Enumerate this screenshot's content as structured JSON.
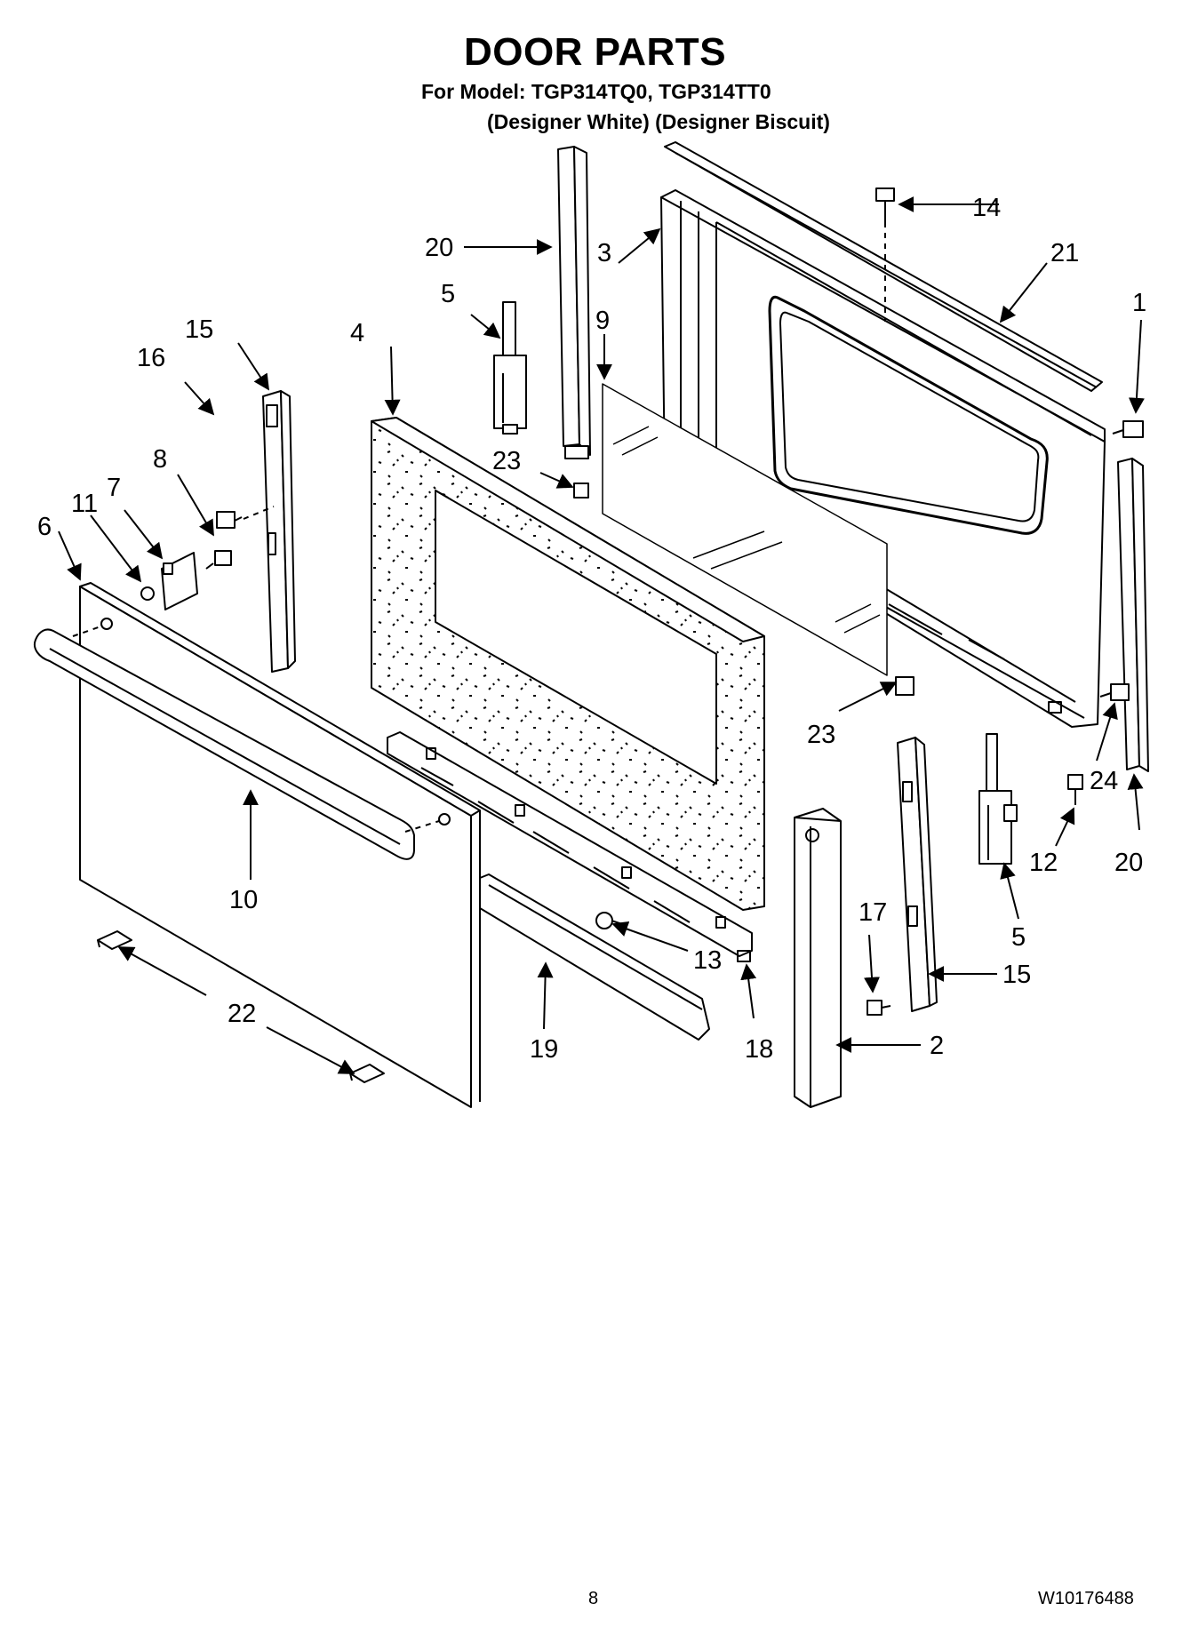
{
  "header": {
    "title": "DOOR PARTS",
    "model_line": "For Model: TGP314TQ0, TGP314TT0",
    "color_line": "(Designer White) (Designer Biscuit)"
  },
  "callouts": {
    "c1": "1",
    "c2": "2",
    "c3": "3",
    "c4": "4",
    "c5a": "5",
    "c5b": "5",
    "c6": "6",
    "c7": "7",
    "c8": "8",
    "c9": "9",
    "c10": "10",
    "c11": "11",
    "c12": "12",
    "c13": "13",
    "c14": "14",
    "c15a": "15",
    "c15b": "15",
    "c16": "16",
    "c17": "17",
    "c18": "18",
    "c19": "19",
    "c20a": "20",
    "c20b": "20",
    "c21": "21",
    "c22": "22",
    "c23a": "23",
    "c23b": "23",
    "c24": "24"
  },
  "footer": {
    "page_number": "8",
    "document_number": "W10176488"
  }
}
